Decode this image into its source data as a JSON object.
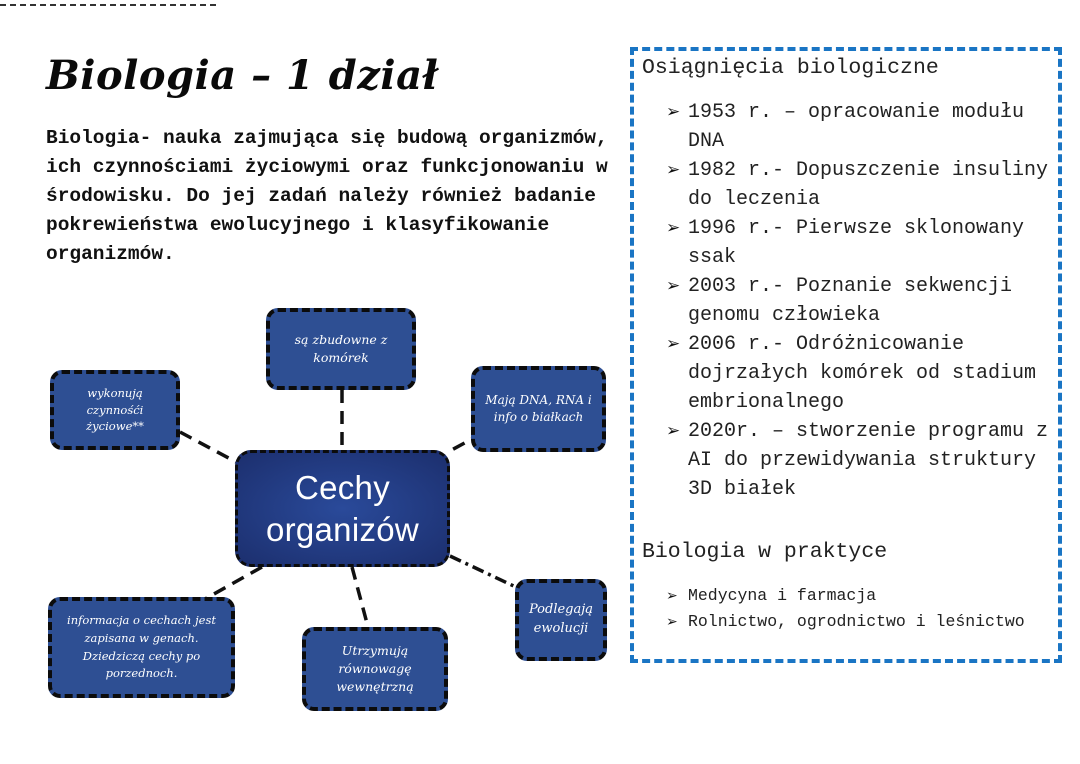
{
  "title": "Biologia – 1 dział",
  "definition": "Biologia- nauka zajmująca się budową organizmów, ich czynnościami życiowymi oraz funkcjonowaniu w środowisku. Do jej zadań należy również badanie pokrewieństwa ewolucyjnego i klasyfikowanie organizmów.",
  "mindmap": {
    "center": "Cechy organizów",
    "nodes": {
      "cells": "są zbudowne z komórek",
      "life_functions": "wykonują czynnośći życiowe**",
      "dna": "Mają DNA, RNA i info o białkach",
      "genes": "informacja o cechach jest zapisana w genach. Dziedziczą cechy po porzednoch.",
      "balance": "Utrzymują równowagę wewnętrzną",
      "evolution": "Podlegają ewolucji"
    }
  },
  "achievements": {
    "heading": "Osiągnięcia biologiczne",
    "items": [
      "1953 r. – opracowanie modułu DNA",
      "1982 r.- Dopuszczenie insuliny do leczenia",
      "1996 r.- Pierwsze sklonowany ssak",
      "2003 r.- Poznanie sekwencji genomu człowieka",
      "2006 r.- Odróżnicowanie dojrzałych komórek od stadium embrionalnego",
      "2020r. – stworzenie programu z AI do przewidywania struktury 3D białek"
    ]
  },
  "practice": {
    "heading": "Biologia w praktyce",
    "items": [
      "Medycyna i farmacja",
      "Rolnictwo, ogrodnictwo i leśnictwo"
    ]
  },
  "colors": {
    "node_fill": "#2e4f93",
    "box_border": "#1a75c4"
  },
  "icons": {
    "bullet": "arrow-bullet-icon"
  }
}
